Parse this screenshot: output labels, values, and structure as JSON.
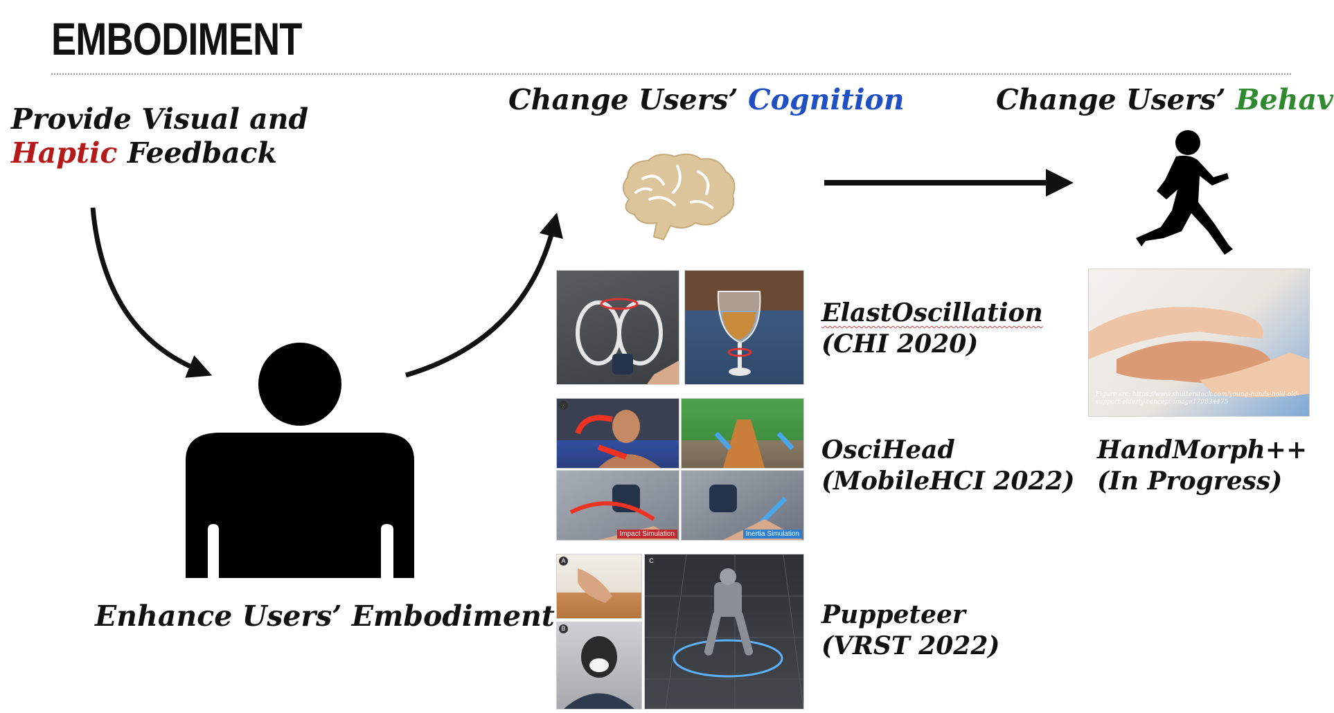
{
  "title": "EMBODIMENT",
  "provide": {
    "line1": "Provide Visual and",
    "haptic": "Haptic",
    "feedback": "Feedback"
  },
  "cognition": {
    "prefix": "Change Users’",
    "word": "Cognition"
  },
  "behavior": {
    "prefix": "Change Users’",
    "word": "Behavior"
  },
  "embodiment_caption": "Enhance Users’ Embodiment",
  "projects": [
    {
      "name": "ElastOscillation",
      "venue": "(CHI 2020)"
    },
    {
      "name": "OsciHead",
      "venue": "(MobileHCI 2022)"
    },
    {
      "name": "Puppeteer",
      "venue": "(VRST 2022)"
    },
    {
      "name": "HandMorph++",
      "venue": "(In Progress)"
    }
  ],
  "osci_labels": {
    "impact": "Impact Simulation",
    "inertia": "Inertia Simulation"
  },
  "puppeteer_tags": [
    "A",
    "B",
    "C"
  ],
  "hands_credit": "Figure src: https://www.shutterstock.com/young-hands-hold-old-support-elderly-concept-image179834475",
  "colors": {
    "haptic": "#b51a1a",
    "cognition": "#1f4fc2",
    "behavior": "#2f8a2f",
    "brain": "#dcc59a"
  },
  "icons": [
    "person-icon",
    "brain-icon",
    "running-child-icon",
    "curved-arrow-icon",
    "straight-arrow-icon"
  ]
}
